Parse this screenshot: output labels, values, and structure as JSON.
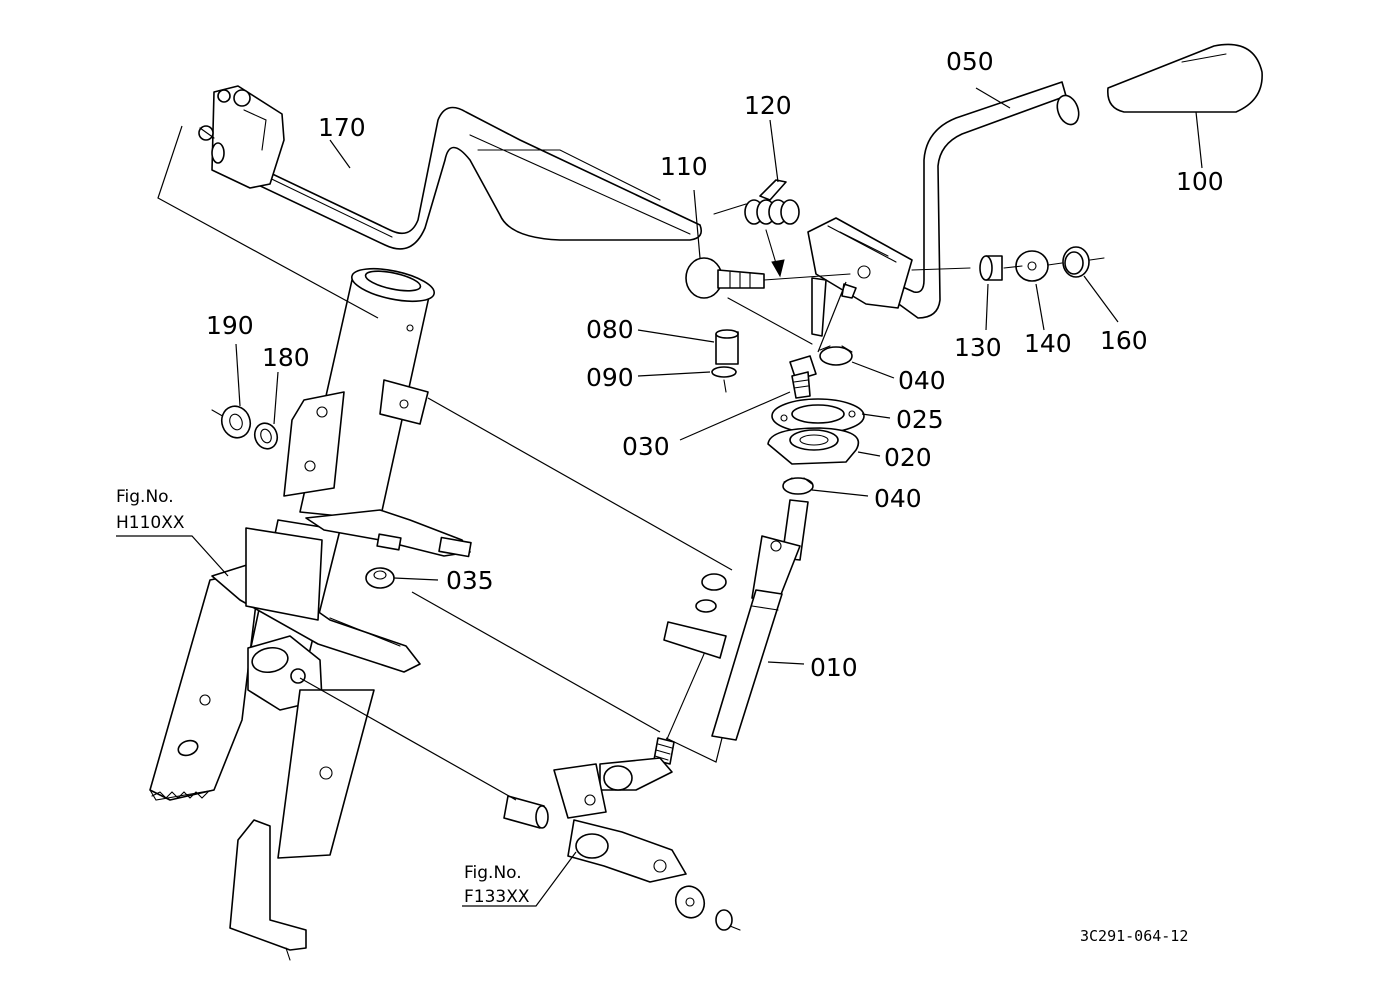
{
  "diagram": {
    "parts": [
      {
        "id": "p170",
        "label": "170"
      },
      {
        "id": "p050",
        "label": "050"
      },
      {
        "id": "p100",
        "label": "100"
      },
      {
        "id": "p120",
        "label": "120"
      },
      {
        "id": "p110",
        "label": "110"
      },
      {
        "id": "p130",
        "label": "130"
      },
      {
        "id": "p140",
        "label": "140"
      },
      {
        "id": "p160",
        "label": "160"
      },
      {
        "id": "p080",
        "label": "080"
      },
      {
        "id": "p090",
        "label": "090"
      },
      {
        "id": "p040a",
        "label": "040"
      },
      {
        "id": "p025",
        "label": "025"
      },
      {
        "id": "p030",
        "label": "030"
      },
      {
        "id": "p020",
        "label": "020"
      },
      {
        "id": "p040b",
        "label": "040"
      },
      {
        "id": "p190",
        "label": "190"
      },
      {
        "id": "p180",
        "label": "180"
      },
      {
        "id": "p035",
        "label": "035"
      },
      {
        "id": "p010",
        "label": "010"
      }
    ],
    "references": [
      {
        "id": "ref_h110",
        "line1": "Fig.No.",
        "line2": "H110XX"
      },
      {
        "id": "ref_f133",
        "line1": "Fig.No.",
        "line2": "F133XX"
      }
    ],
    "drawing_code": "3C291-064-12"
  }
}
